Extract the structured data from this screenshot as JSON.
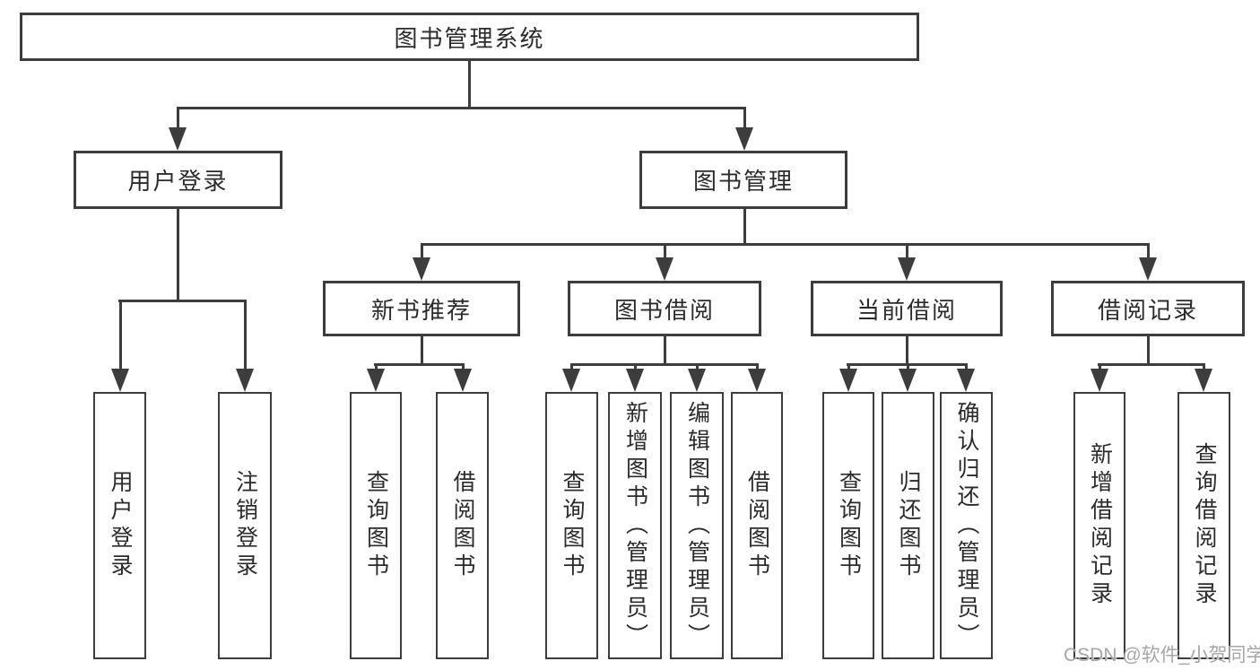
{
  "diagram_title": "图书管理系统",
  "tree": {
    "root": {
      "label": "图书管理系统"
    },
    "level2": [
      {
        "label": "用户登录",
        "parent": "图书管理系统"
      },
      {
        "label": "图书管理",
        "parent": "图书管理系统"
      }
    ],
    "level3": [
      {
        "label": "新书推荐",
        "parent": "图书管理"
      },
      {
        "label": "图书借阅",
        "parent": "图书管理"
      },
      {
        "label": "当前借阅",
        "parent": "图书管理"
      },
      {
        "label": "借阅记录",
        "parent": "图书管理"
      }
    ],
    "leaves": [
      {
        "label": "用户登录",
        "parent": "用户登录"
      },
      {
        "label": "注销登录",
        "parent": "用户登录"
      },
      {
        "label": "查询图书",
        "parent": "新书推荐"
      },
      {
        "label": "借阅图书",
        "parent": "新书推荐"
      },
      {
        "label": "查询图书",
        "parent": "图书借阅"
      },
      {
        "label": "新增图书（管理员）",
        "parent": "图书借阅"
      },
      {
        "label": "编辑图书（管理员）",
        "parent": "图书借阅"
      },
      {
        "label": "借阅图书",
        "parent": "图书借阅"
      },
      {
        "label": "查询图书",
        "parent": "当前借阅"
      },
      {
        "label": "归还图书",
        "parent": "当前借阅"
      },
      {
        "label": "确认归还（管理员）",
        "parent": "当前借阅"
      },
      {
        "label": "新增借阅记录",
        "parent": "借阅记录"
      },
      {
        "label": "查询借阅记录",
        "parent": "借阅记录"
      }
    ]
  },
  "watermark": {
    "text": "CSDN @软件_小贺同学"
  },
  "colors": {
    "line": "#3d3d3d",
    "text": "#2b2b2b",
    "box_background": "#ffffff",
    "page_background": "#ffffff",
    "watermark": "#a6a6a6"
  }
}
